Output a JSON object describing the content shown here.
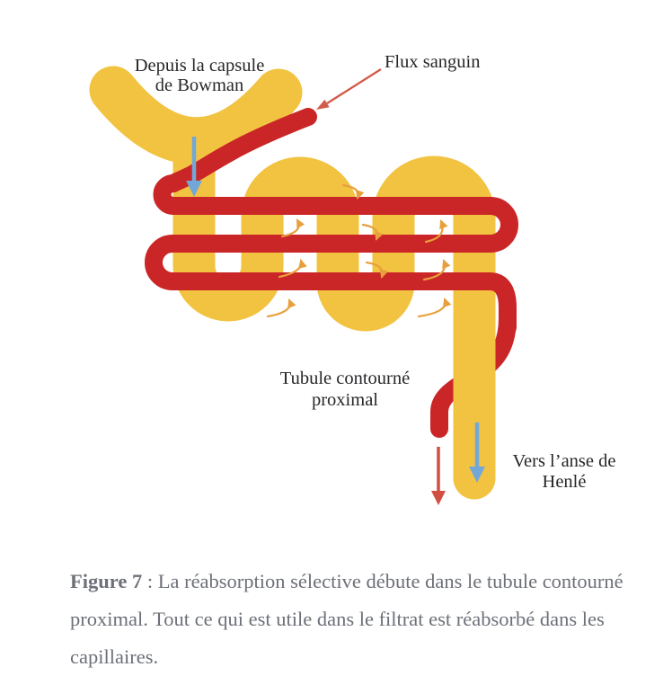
{
  "diagram": {
    "labels": {
      "capsule": {
        "line1": "Depuis la capsule",
        "line2": "de Bowman"
      },
      "blood_flow": "Flux sanguin",
      "tubule": {
        "line1": "Tubule contourné",
        "line2": "proximal"
      },
      "henle": {
        "line1": "Vers l’anse de",
        "line2": "Henlé"
      }
    },
    "reabsorption_arrow_count": 9
  },
  "caption": {
    "figure_label": "Figure 7",
    "separator": " : ",
    "text": "La réabsorption sélective débute dans le tubule contourné proximal. Tout ce qui est utile dans le filtrat est réabsorbé dans les capillaires."
  },
  "colors": {
    "background": "#ffffff",
    "tubule-yellow": "#F2C341",
    "capillary-red": "#CB2627",
    "flow-blue": "#72A7D8",
    "reabsorption-orange": "#E8A03C",
    "leader-red": "#D15C4B",
    "blood-arrow-red": "#D14F41",
    "label-text": "#27272a",
    "caption-text": "#6d7078"
  }
}
